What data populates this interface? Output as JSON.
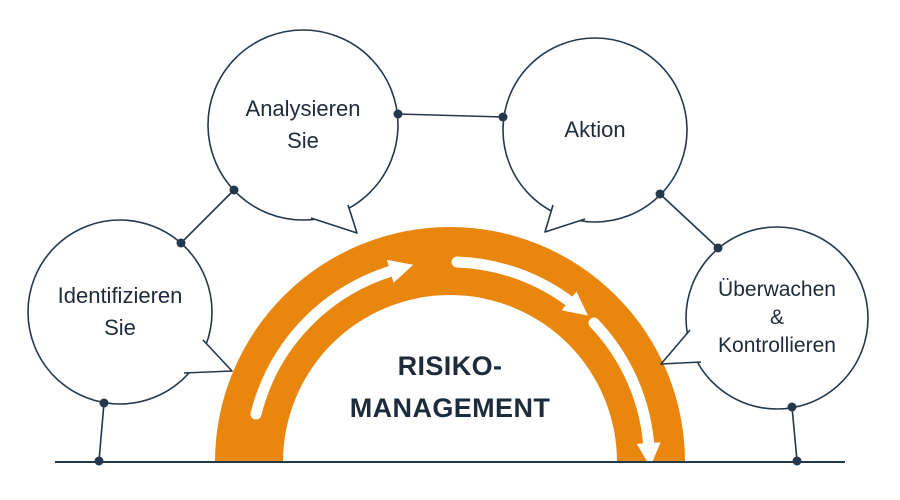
{
  "diagram": {
    "title_line1": "RISIKO-",
    "title_line2": "MANAGEMENT"
  },
  "bubbles": {
    "identify": {
      "line1": "Identifizieren",
      "line2": "Sie"
    },
    "analyze": {
      "line1": "Analysieren",
      "line2": "Sie"
    },
    "action": {
      "line1": "Aktion"
    },
    "monitor": {
      "line1": "Überwachen",
      "line2": "&",
      "line3": "Kontrollieren"
    }
  },
  "colors": {
    "accent": "#E8860D",
    "line": "#23384A",
    "text": "#1D2B3A",
    "arrow": "#FFFFFF",
    "bubble_fill": "#FFFFFF"
  }
}
